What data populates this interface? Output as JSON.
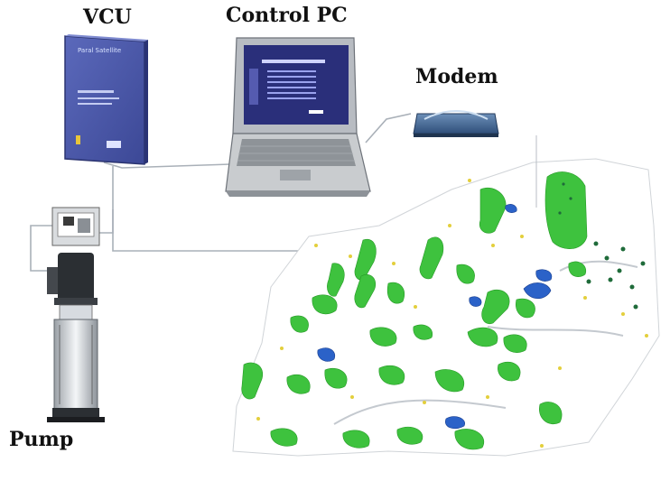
{
  "labels": {
    "vcu": "VCU",
    "control_pc": "Control PC",
    "modem": "Modem",
    "pump": "Pump",
    "vcu_panel_text": "Paral Satellite"
  },
  "colors": {
    "vcu_panel": "#4a57a8",
    "fairway_green": "#3ec23e",
    "water_blue": "#2b62c8",
    "cable_gray": "#a9b0b8",
    "laptop_body": "#c9cccf",
    "screen": "#2a2f7a"
  }
}
